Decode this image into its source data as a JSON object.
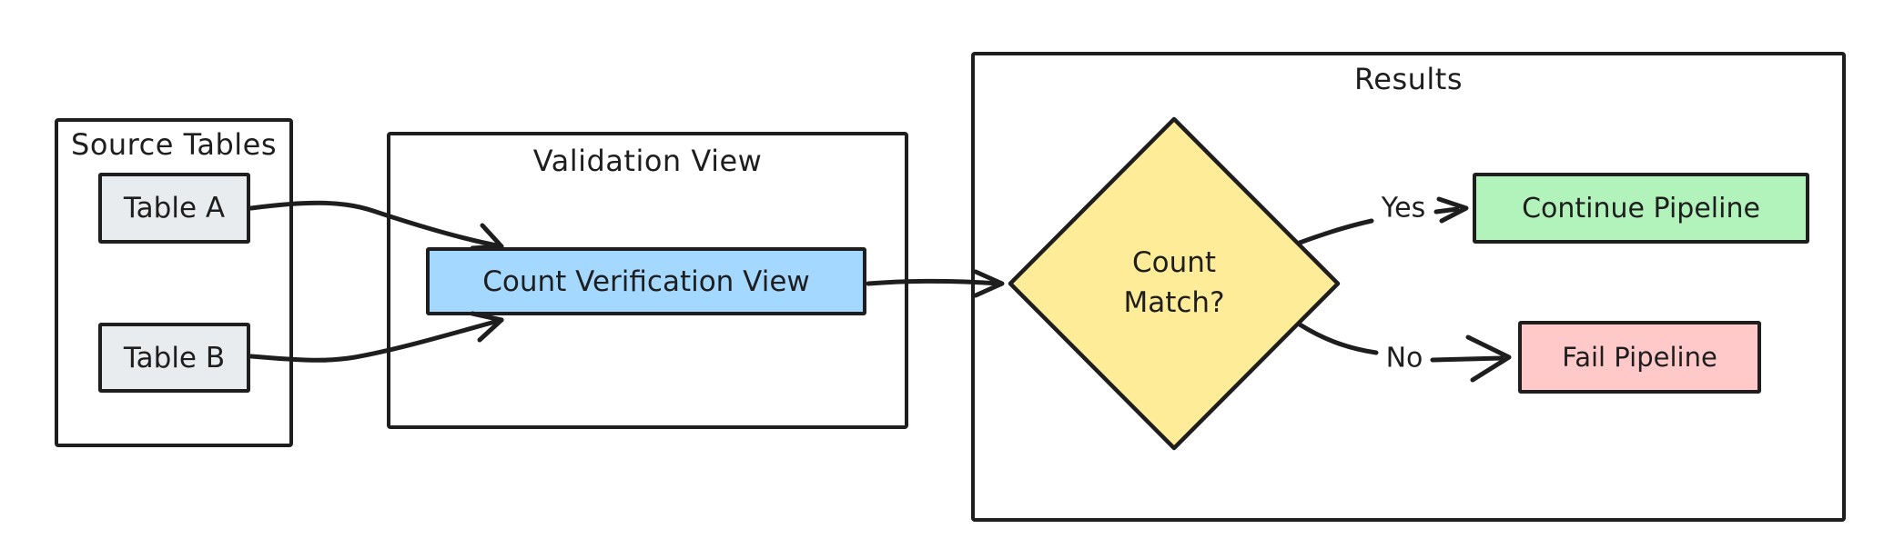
{
  "diagram": {
    "source_panel": {
      "title": "Source Tables",
      "table_a_label": "Table A",
      "table_b_label": "Table B"
    },
    "validation_panel": {
      "title": "Validation View",
      "count_view_label": "Count Verification View"
    },
    "results_panel": {
      "title": "Results",
      "decision_label": "Count\nMatch?",
      "yes_label": "Yes",
      "no_label": "No",
      "continue_label": "Continue Pipeline",
      "fail_label": "Fail Pipeline"
    },
    "colors": {
      "background": "#ffffff",
      "stroke": "#1e1e1e",
      "table_fill": "#e9ecef",
      "count_view_fill": "#a5d8ff",
      "decision_fill": "#ffec99",
      "continue_fill": "#b2f2bb",
      "fail_fill": "#ffc9c9"
    }
  }
}
